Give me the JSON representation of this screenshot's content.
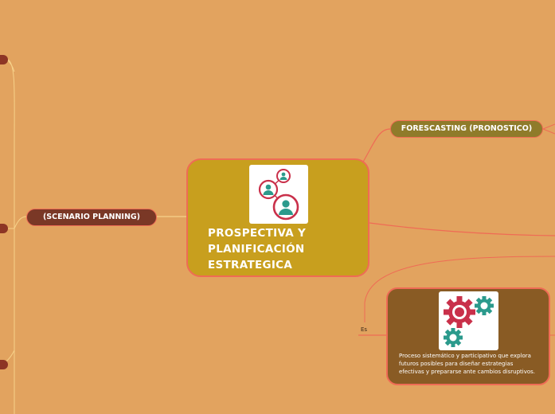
{
  "central": {
    "title": "PROSPECTIVA Y PLANIFICACIÓN ESTRATEGICA"
  },
  "branches": {
    "forecasting": "FORESCASTING (PRONOSTICO)",
    "scenario": "(SCENARIO PLANNING)"
  },
  "link_label": "Es",
  "description": "Proceso sistemático y participativo que explora futuros posibles para diseñar estrategias efectivas y prepararse ante cambios disruptivos.",
  "icons": {
    "central": "people-network-icon",
    "description": "gears-icon"
  },
  "colors": {
    "background": "#e2a35f",
    "central_fill": "#c89f1e",
    "connector": "#ef6b55",
    "forecast_fill": "#8f7b2a",
    "scenario_fill": "#7a3826",
    "description_fill": "#895b24"
  }
}
